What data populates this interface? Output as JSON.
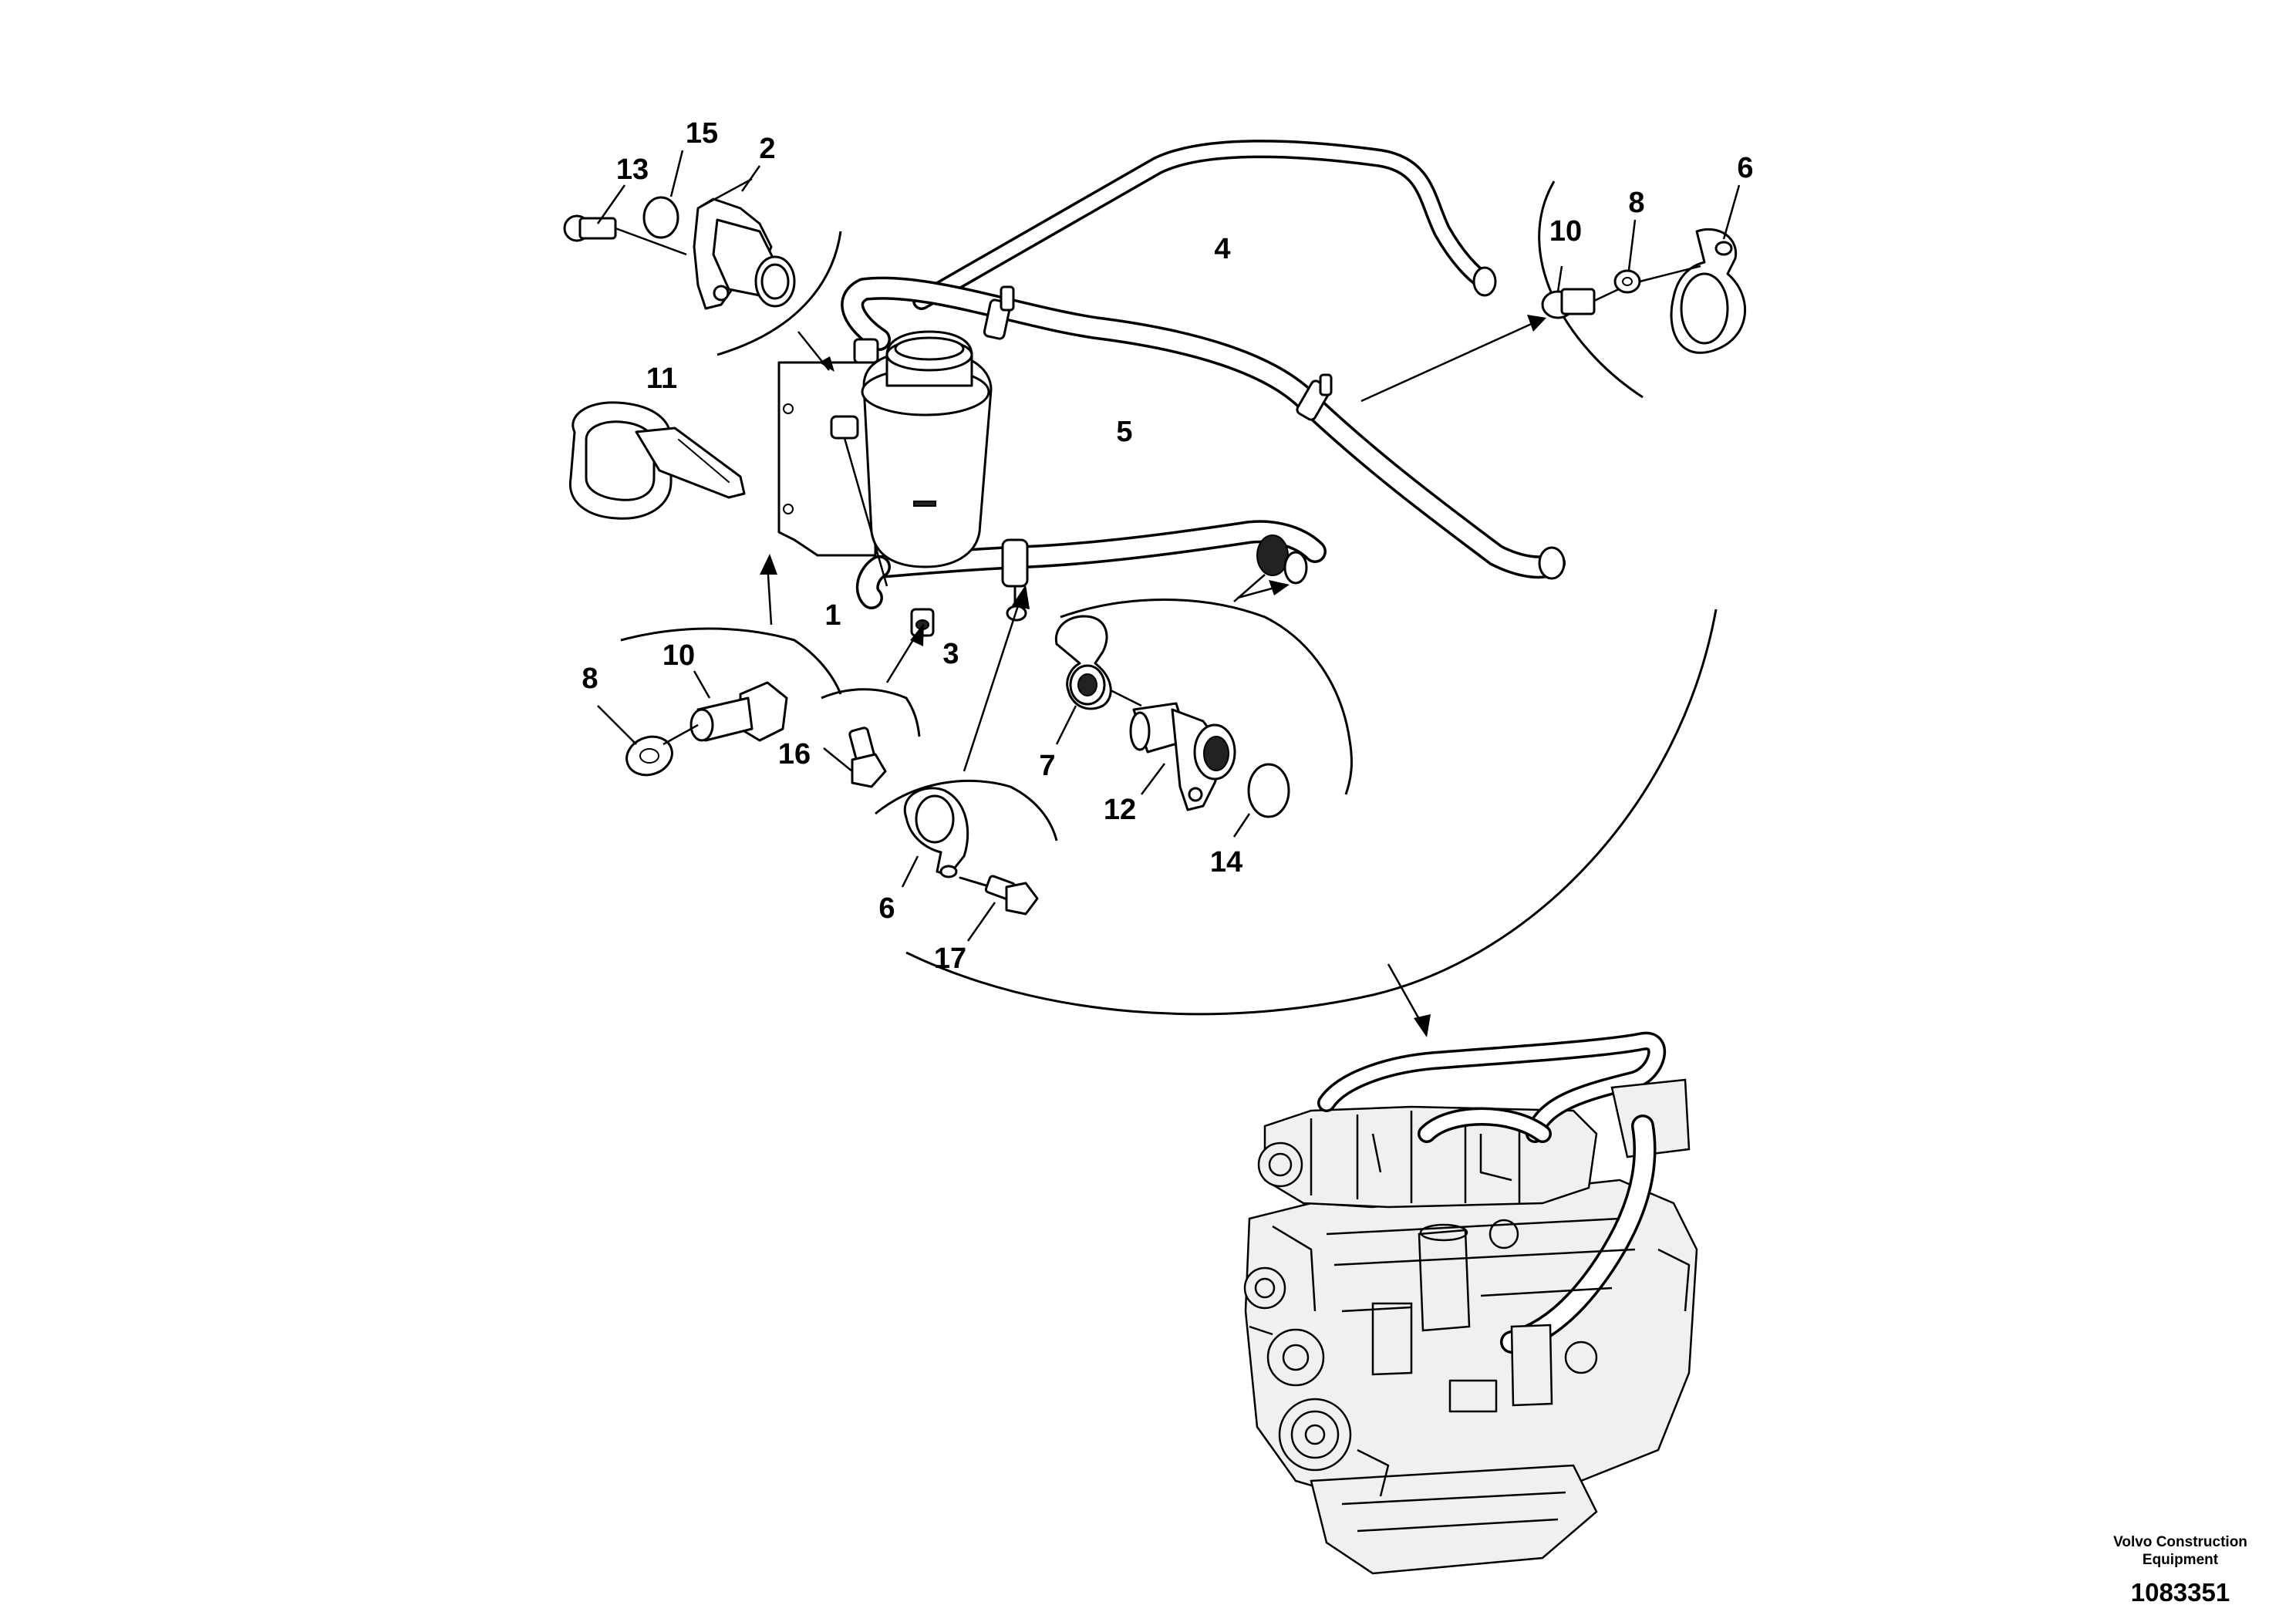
{
  "callouts": {
    "c1": "1",
    "c2": "2",
    "c3": "3",
    "c4": "4",
    "c5": "5",
    "c6a": "6",
    "c6b": "6",
    "c7": "7",
    "c8a": "8",
    "c8b": "8",
    "c10a": "10",
    "c10b": "10",
    "c11": "11",
    "c12": "12",
    "c13": "13",
    "c14": "14",
    "c15": "15",
    "c16": "16",
    "c17": "17"
  },
  "footer": {
    "brand": "Volvo Construction Equipment",
    "drawing_number": "1083351"
  }
}
